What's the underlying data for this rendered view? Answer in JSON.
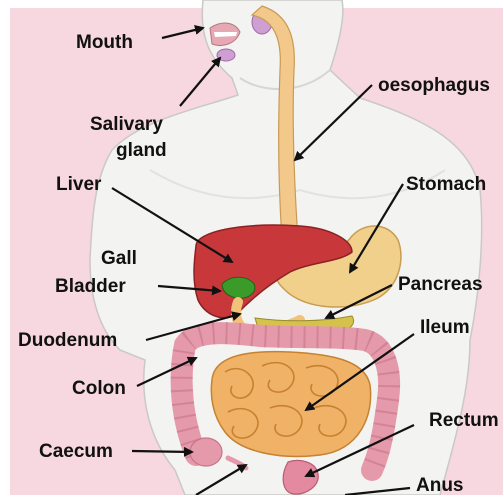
{
  "labels": {
    "mouth": "Mouth",
    "salivary_gland_1": "Salivary",
    "salivary_gland_2": "gland",
    "oesophagus": "oesophagus",
    "liver": "Liver",
    "stomach": "Stomach",
    "gall_1": "Gall",
    "gall_2": "Bladder",
    "pancreas": "Pancreas",
    "duodenum": "Duodenum",
    "ileum": "Ileum",
    "colon": "Colon",
    "rectum": "Rectum",
    "caecum": "Caecum",
    "anus": "Anus"
  },
  "colors": {
    "background": "#f7d7e0",
    "body": "#f3f3f1",
    "oesophagus": "#f2c98a",
    "liver": "#c8383a",
    "gall_bladder": "#3a9a2a",
    "stomach": "#f1d08c",
    "pancreas": "#d4c24c",
    "small_intestine": "#f0b266",
    "colon": "#e59aab",
    "rectum": "#e48aa0",
    "label_text": "#111111"
  }
}
